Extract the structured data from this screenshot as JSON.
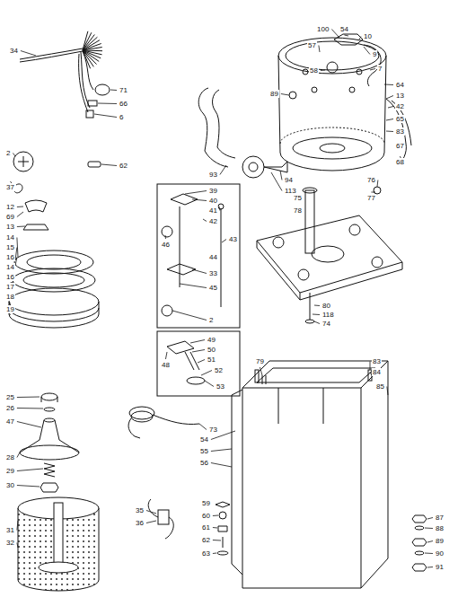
{
  "diagram": {
    "labels": [
      "34",
      "71",
      "66",
      "6",
      "2",
      "62",
      "37",
      "100",
      "54",
      "10",
      "57",
      "58",
      "9",
      "7",
      "64",
      "13",
      "42",
      "65",
      "83",
      "67",
      "68",
      "89",
      "93",
      "94",
      "113",
      "76",
      "77",
      "75",
      "78",
      "80",
      "118",
      "74",
      "39",
      "40",
      "41",
      "42",
      "46",
      "43",
      "44",
      "33",
      "45",
      "2",
      "48",
      "49",
      "50",
      "51",
      "52",
      "53",
      "12",
      "69",
      "13",
      "14",
      "15",
      "16",
      "14",
      "16",
      "17",
      "18",
      "19",
      "25",
      "26",
      "47",
      "28",
      "29",
      "30",
      "31",
      "32",
      "73",
      "54",
      "55",
      "56",
      "35",
      "36",
      "59",
      "60",
      "61",
      "62",
      "63",
      "79",
      "83",
      "84",
      "85",
      "87",
      "88",
      "89",
      "90",
      "91"
    ]
  }
}
